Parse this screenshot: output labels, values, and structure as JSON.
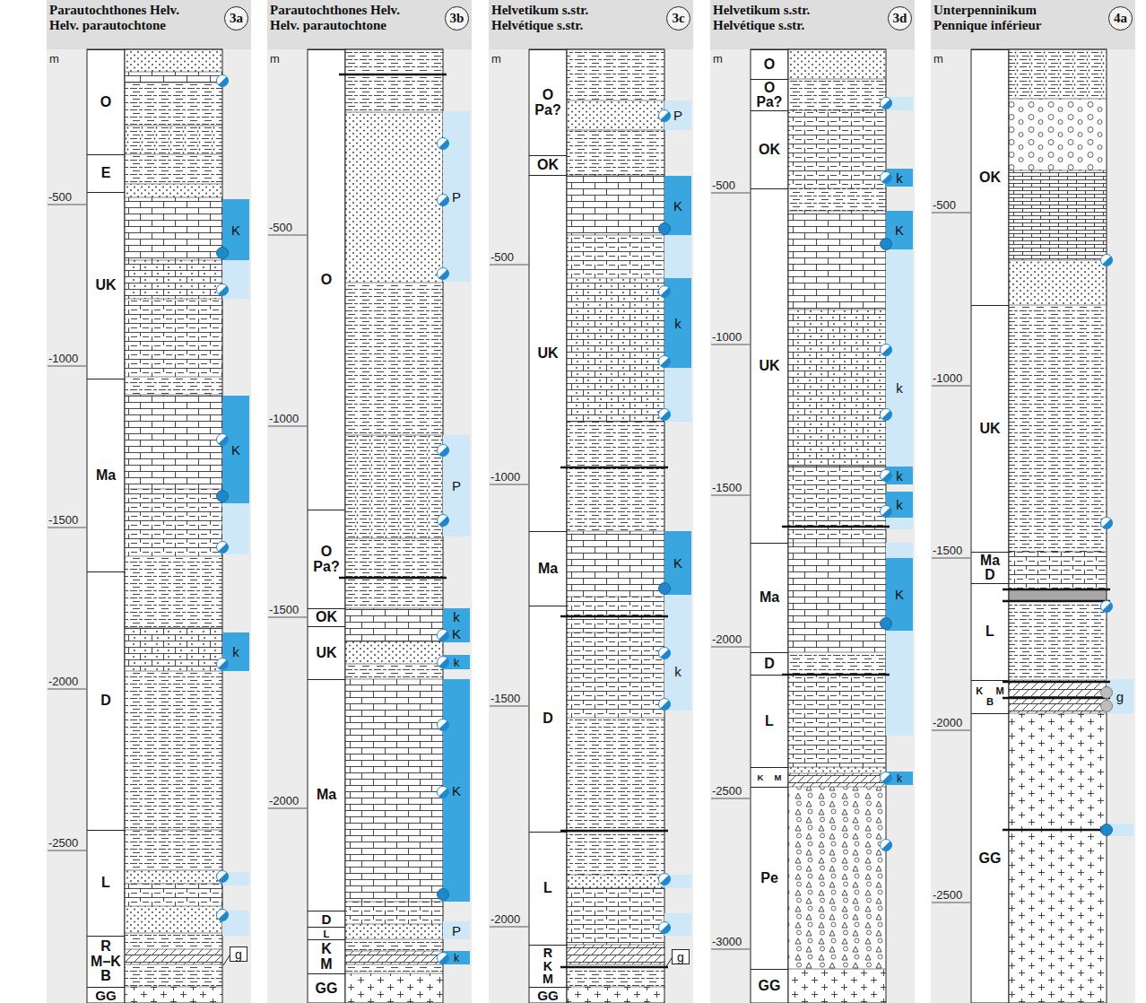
{
  "diagram": {
    "nodes": [
      {
        "text": [
          "Parautochthones Helv.",
          "Helv. parautochtone"
        ]
      },
      {
        "text": [
          "3a"
        ],
        "in": 0
      },
      {
        "text": [
          "O"
        ],
        "in": 0
      },
      {
        "text": [
          "E"
        ],
        "in": 0
      },
      {
        "text": [
          "UK"
        ],
        "in": 0
      },
      {
        "text": [
          "Ma"
        ],
        "in": 0
      },
      {
        "text": [
          "D"
        ],
        "in": 0
      },
      {
        "text": [
          "L"
        ],
        "in": 0
      },
      {
        "text": [
          "R M–K B"
        ],
        "in": 0
      },
      {
        "text": [
          "GG"
        ],
        "in": 0
      },
      {
        "text": [
          "K"
        ],
        "in": 0
      },
      {
        "text": [
          "K"
        ],
        "in": 0
      },
      {
        "text": [
          "k"
        ],
        "in": 0
      },
      {
        "text": [
          "g"
        ],
        "in": 0
      },
      {
        "text": [
          "Parautochthones Helv.",
          "Helv. parautochtone"
        ]
      },
      {
        "text": [
          "3b"
        ],
        "in": 14
      },
      {
        "text": [
          "O"
        ],
        "in": 14
      },
      {
        "text": [
          "O Pa?"
        ],
        "in": 14
      },
      {
        "text": [
          "OK"
        ],
        "in": 14
      },
      {
        "text": [
          "UK"
        ],
        "in": 14
      },
      {
        "text": [
          "Ma"
        ],
        "in": 14
      },
      {
        "text": [
          "D"
        ],
        "in": 14
      },
      {
        "text": [
          "L"
        ],
        "in": 14
      },
      {
        "text": [
          "K M"
        ],
        "in": 14
      },
      {
        "text": [
          "GG"
        ],
        "in": 14
      },
      {
        "text": [
          "P"
        ],
        "in": 14
      },
      {
        "text": [
          "P"
        ],
        "in": 14
      },
      {
        "text": [
          "k"
        ],
        "in": 14
      },
      {
        "text": [
          "K"
        ],
        "in": 14
      },
      {
        "text": [
          "k"
        ],
        "in": 14
      },
      {
        "text": [
          "K"
        ],
        "in": 14
      },
      {
        "text": [
          "P"
        ],
        "in": 14
      },
      {
        "text": [
          "k"
        ],
        "in": 14
      },
      {
        "text": [
          "Helvetikum s.str.",
          "Helvétique s.str."
        ]
      },
      {
        "text": [
          "3c"
        ],
        "in": 33
      },
      {
        "text": [
          "O Pa?"
        ],
        "in": 33
      },
      {
        "text": [
          "OK"
        ],
        "in": 33
      },
      {
        "text": [
          "UK"
        ],
        "in": 33
      },
      {
        "text": [
          "Ma"
        ],
        "in": 33
      },
      {
        "text": [
          "D"
        ],
        "in": 33
      },
      {
        "text": [
          "L"
        ],
        "in": 33
      },
      {
        "text": [
          "R K M"
        ],
        "in": 33
      },
      {
        "text": [
          "GG"
        ],
        "in": 33
      },
      {
        "text": [
          "P"
        ],
        "in": 33
      },
      {
        "text": [
          "K"
        ],
        "in": 33
      },
      {
        "text": [
          "k"
        ],
        "in": 33
      },
      {
        "text": [
          "K"
        ],
        "in": 33
      },
      {
        "text": [
          "k"
        ],
        "in": 33
      },
      {
        "text": [
          "g"
        ],
        "in": 33
      },
      {
        "text": [
          "Helvetikum s.str.",
          "Helvétique s.str."
        ]
      },
      {
        "text": [
          "3d"
        ],
        "in": 49
      },
      {
        "text": [
          "O"
        ],
        "in": 49
      },
      {
        "text": [
          "O Pa?"
        ],
        "in": 49
      },
      {
        "text": [
          "OK"
        ],
        "in": 49
      },
      {
        "text": [
          "UK"
        ],
        "in": 49
      },
      {
        "text": [
          "Ma"
        ],
        "in": 49
      },
      {
        "text": [
          "D"
        ],
        "in": 49
      },
      {
        "text": [
          "L"
        ],
        "in": 49
      },
      {
        "text": [
          "K M"
        ],
        "in": 49
      },
      {
        "text": [
          "Pe"
        ],
        "in": 49
      },
      {
        "text": [
          "GG"
        ],
        "in": 49
      },
      {
        "text": [
          "k"
        ],
        "in": 49
      },
      {
        "text": [
          "K"
        ],
        "in": 49
      },
      {
        "text": [
          "k"
        ],
        "in": 49
      },
      {
        "text": [
          "k"
        ],
        "in": 49
      },
      {
        "text": [
          "k"
        ],
        "in": 49
      },
      {
        "text": [
          "K"
        ],
        "in": 49
      },
      {
        "text": [
          "k"
        ],
        "in": 49
      },
      {
        "text": [
          "Unterpenninikum",
          "Pennique inférieur"
        ]
      },
      {
        "text": [
          "4a"
        ],
        "in": 68
      },
      {
        "text": [
          "OK"
        ],
        "in": 68
      },
      {
        "text": [
          "UK"
        ],
        "in": 68
      },
      {
        "text": [
          "Ma D"
        ],
        "in": 68
      },
      {
        "text": [
          "L"
        ],
        "in": 68
      },
      {
        "text": [
          "K M B"
        ],
        "in": 68
      },
      {
        "text": [
          "GG"
        ],
        "in": 68
      },
      {
        "text": [
          "g"
        ],
        "in": 68
      }
    ],
    "labels": [
      "m",
      "-500",
      "-1000",
      "-1500",
      "-2000",
      "-2500",
      "m",
      "-500",
      "-1000",
      "-1500",
      "-2000",
      "m",
      "-500",
      "-1000",
      "-1500",
      "-2000",
      "m",
      "-500",
      "-1000",
      "-1500",
      "-2000",
      "-2500",
      "-3000",
      "m",
      "-500",
      "-1000",
      "-1500",
      "-2000",
      "-2500"
    ]
  }
}
